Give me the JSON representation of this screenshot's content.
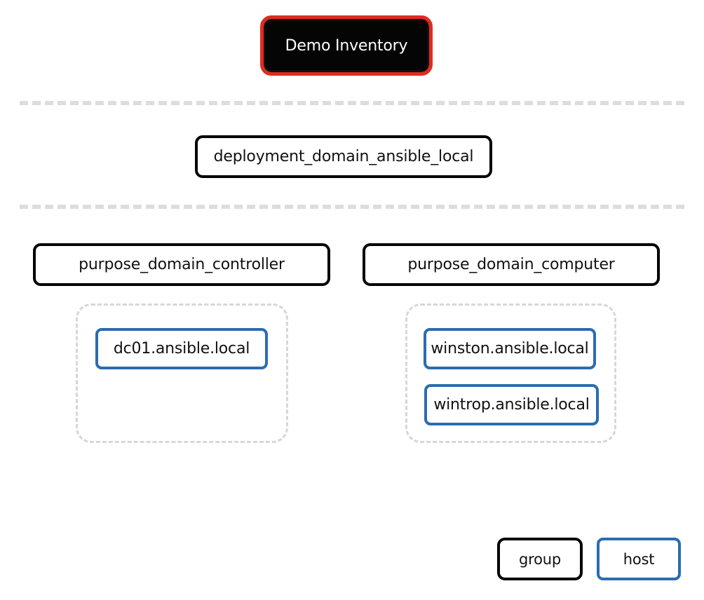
{
  "diagram": {
    "title": "Demo Inventory",
    "root": {
      "label": "Demo Inventory",
      "fill_color": "#050505",
      "text_color": "#ffffff",
      "outline_color": "#e02b20"
    },
    "separators": [
      {
        "name": "separator-1"
      },
      {
        "name": "separator-2"
      }
    ],
    "groups": [
      {
        "label": "deployment_domain_ansible_local",
        "border_color": "#040404"
      },
      {
        "label": "purpose_domain_controller",
        "border_color": "#040404"
      },
      {
        "label": "purpose_domain_computer",
        "border_color": "#040404"
      }
    ],
    "clusters": [
      {
        "name": "cluster-domain-controller",
        "hosts": [
          {
            "label": "dc01.ansible.local",
            "border_color": "#2c6cb0"
          }
        ]
      },
      {
        "name": "cluster-domain-computer",
        "hosts": [
          {
            "label": "winston.ansible.local",
            "border_color": "#2c6cb0"
          },
          {
            "label": "wintrop.ansible.local",
            "border_color": "#2c6cb0"
          }
        ]
      }
    ],
    "legend": {
      "group_label": "group",
      "host_label": "host",
      "group_border_color": "#040404",
      "host_border_color": "#2c6cb0"
    }
  }
}
